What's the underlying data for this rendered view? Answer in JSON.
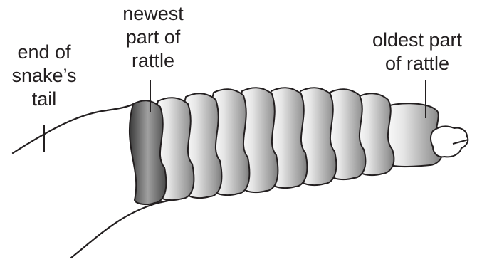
{
  "labels": {
    "tail_end": [
      "end of",
      "snake’s",
      "tail"
    ],
    "newest": [
      "newest",
      "part of",
      "rattle"
    ],
    "oldest": [
      "oldest part",
      "of rattle"
    ]
  },
  "colors": {
    "outline": "#231f20",
    "segment_light": "#ffffff",
    "segment_shade": "#8e8e8e",
    "newest_segment_dark": "#3a3a3a",
    "newest_segment_mid": "#9a9a9a"
  },
  "rattle": {
    "segment_count": 10
  }
}
